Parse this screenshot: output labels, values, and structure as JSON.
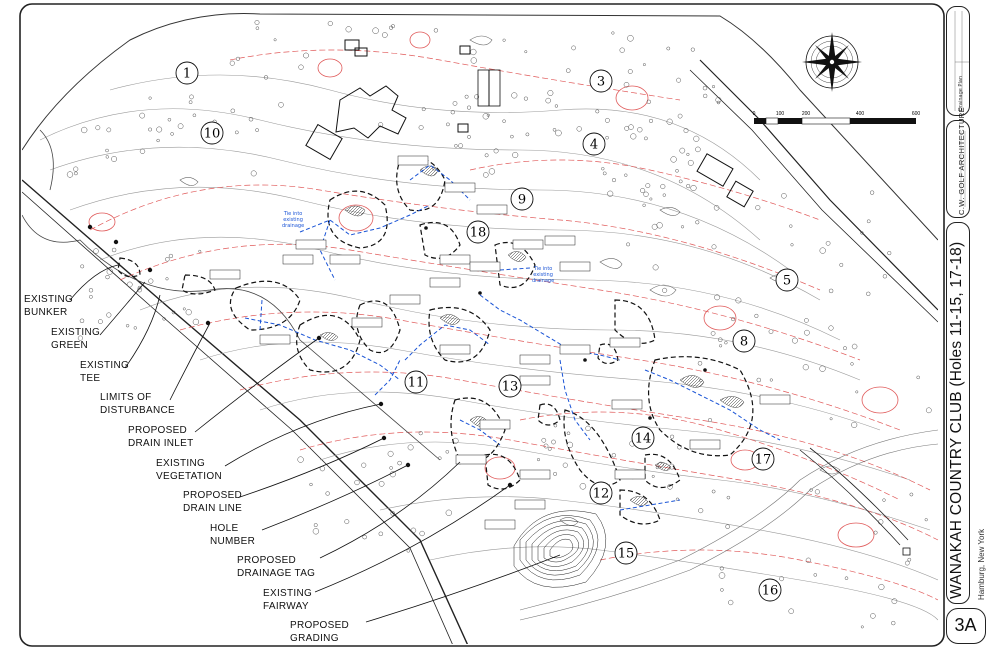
{
  "title_block": {
    "project": "WANAKAH COUNTRY CLUB (Holes 11-15, 17-18)",
    "location": "Hamburg, New York",
    "firm": "C.W. GOLF ARCHITECTURE",
    "drawing_title": "Drainage Plan",
    "sheet": "3A"
  },
  "scale_bar": {
    "ticks": [
      "0",
      "100",
      "200",
      "400",
      "600"
    ]
  },
  "holes": [
    "1",
    "3",
    "4",
    "5",
    "8",
    "9",
    "10",
    "11",
    "12",
    "13",
    "14",
    "15",
    "16",
    "17",
    "18"
  ],
  "notes": {
    "tie_into": "Tie into\nexisting\ndrainage"
  },
  "legend": {
    "existing_bunker": "EXISTING\nBUNKER",
    "existing_green": "EXISTING\nGREEN",
    "existing_tee": "EXISTING\nTEE",
    "limits_of_disturbance": "LIMITS OF\nDISTURBANCE",
    "proposed_drain_inlet": "PROPOSED\nDRAIN INLET",
    "existing_vegetation": "EXISTING\nVEGETATION",
    "proposed_drain_line": "PROPOSED\nDRAIN LINE",
    "hole_number": "HOLE\nNUMBER",
    "proposed_drainage_tag": "PROPOSED\nDRAINAGE TAG",
    "existing_fairway": "EXISTING\nFAIRWAY",
    "proposed_grading": "PROPOSED\nGRADING"
  },
  "colors": {
    "drain": "#1a54d6",
    "contour_red": "#e05a5a",
    "ink": "#1a1a1a",
    "contour_grey": "#9a9a9a"
  }
}
